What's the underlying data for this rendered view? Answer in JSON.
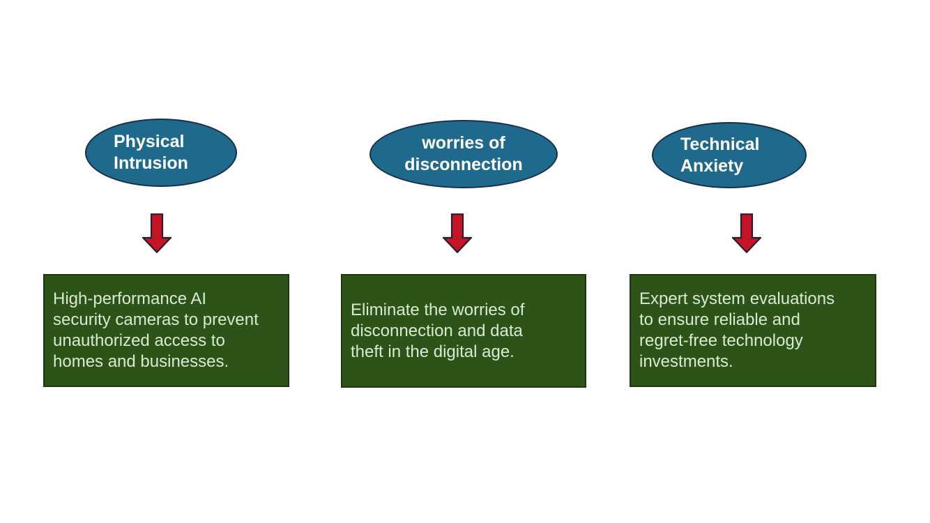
{
  "slide": {
    "background_color": "#FFFFFF",
    "colors": {
      "bubble_fill": "#1F6A8C",
      "bubble_border": "#16304A",
      "bubble_text": "#FFFFFF",
      "arrow_fill": "#C41425",
      "arrow_outline": "#22202F",
      "box_fill": "#2E5318",
      "box_border": "#1D370D",
      "box_text": "#D9EAD3"
    },
    "columns": [
      {
        "name": "physical-intrusion",
        "bubble_label": "Physical\nIntrusion",
        "arrow_icon": "down-arrow-icon",
        "detail_text": "High-performance AI\nsecurity cameras to prevent\nunauthorized access to\nhomes and businesses."
      },
      {
        "name": "worries-of-disconnection",
        "bubble_label": "worries of\ndisconnection",
        "arrow_icon": "down-arrow-icon",
        "detail_text": "Eliminate the worries of\ndisconnection and data\ntheft in the digital age."
      },
      {
        "name": "technical-anxiety",
        "bubble_label": "Technical\nAnxiety",
        "arrow_icon": "down-arrow-icon",
        "detail_text": "Expert system evaluations\nto ensure reliable and\nregret-free technology\ninvestments."
      }
    ]
  }
}
